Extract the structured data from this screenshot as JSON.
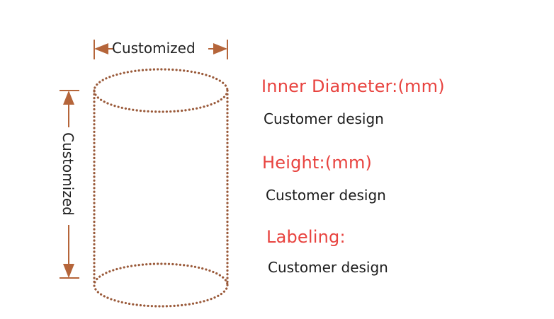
{
  "dimensions": {
    "width_label": "Customized",
    "height_label": "Customized"
  },
  "specs": [
    {
      "heading": "Inner Diameter:(mm)",
      "value": "Customer design"
    },
    {
      "heading": "Height:(mm)",
      "value": "Customer design"
    },
    {
      "heading": "Labeling:",
      "value": "Customer design"
    }
  ],
  "colors": {
    "heading": "#e8433f",
    "dotted_outline": "#9a5a3a",
    "dimension_line": "#b5653a"
  }
}
